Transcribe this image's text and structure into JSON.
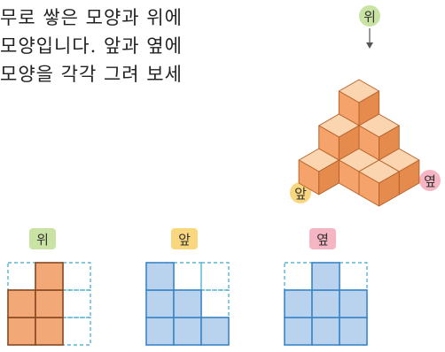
{
  "problem": {
    "line1": "무로 쌓은 모양과 위에",
    "line2": "모양입니다. 앞과 옆에",
    "line3": "모양을 각각 그려 보세"
  },
  "figure_labels": {
    "top": "위",
    "front": "앞",
    "side": "옆"
  },
  "views": [
    {
      "label": "위",
      "label_color": "#c8e3a3",
      "fill": "#f2a877",
      "stroke": "#8a4a20",
      "cells": [
        [
          0,
          0
        ],
        [
          1,
          0
        ],
        [
          0,
          1
        ],
        [
          1,
          1
        ],
        [
          1,
          2
        ]
      ]
    },
    {
      "label": "앞",
      "label_color": "#f9d77e",
      "fill": "#b9d3ee",
      "stroke": "#3d86c6",
      "cells": [
        [
          0,
          0
        ],
        [
          1,
          0
        ],
        [
          2,
          0
        ],
        [
          0,
          1
        ],
        [
          1,
          1
        ],
        [
          0,
          2
        ]
      ]
    },
    {
      "label": "옆",
      "label_color": "#f6b5c3",
      "fill": "#b9d3ee",
      "stroke": "#3d86c6",
      "cells": [
        [
          0,
          0
        ],
        [
          1,
          0
        ],
        [
          2,
          0
        ],
        [
          0,
          1
        ],
        [
          1,
          1
        ],
        [
          2,
          1
        ],
        [
          1,
          2
        ]
      ]
    }
  ],
  "colors": {
    "label_top_bg": "#c8e3a3",
    "label_front_bg": "#f9d77e",
    "label_side_bg": "#f6b5c3",
    "cube_top": "#fbd4b0",
    "cube_left": "#f5a36a",
    "cube_right": "#e58b4e",
    "cube_edge": "#b8632c",
    "dash": "#3aa6c9"
  }
}
